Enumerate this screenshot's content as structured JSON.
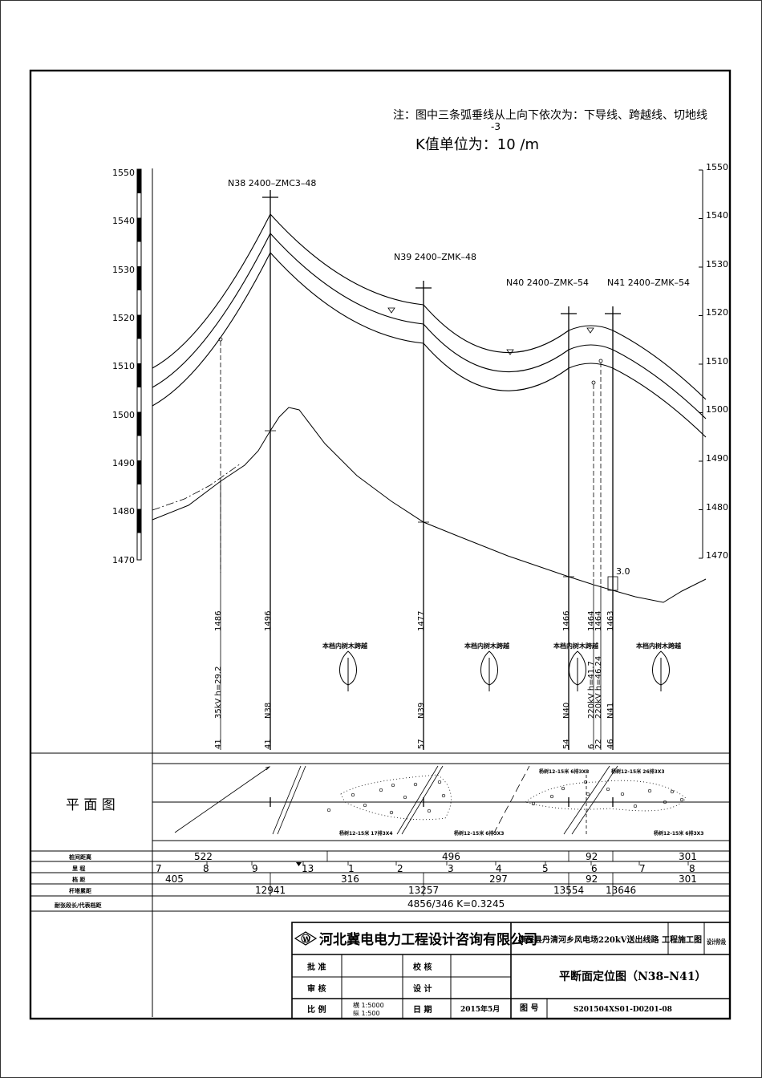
{
  "note": {
    "line1": "注：图中三条弧垂线从上向下依次为：下导线、跨越线、切地线",
    "exponent": "-3",
    "k_unit": "K值单位为：10  /m"
  },
  "elevation_ticks": [
    "1550",
    "1540",
    "1530",
    "1520",
    "1510",
    "1500",
    "1490",
    "1480",
    "1470"
  ],
  "towers": [
    {
      "id": "N38",
      "label": "N38  2400–ZMC3–48",
      "ground": "1496",
      "name": "N38",
      "angle": "41"
    },
    {
      "id": "N39",
      "label": "N39  2400–ZMK–48",
      "ground": "1477",
      "name": "N39",
      "angle": "57"
    },
    {
      "id": "N40",
      "label": "N40  2400–ZMK–54",
      "ground": "1466",
      "name": "N40",
      "angle": "54"
    },
    {
      "id": "N41",
      "label": "N41  2400–ZMK–54",
      "ground": "1463",
      "name": "N41",
      "angle": "46"
    }
  ],
  "crossings": [
    {
      "ground": "1486",
      "desc": "35kV  h=29.2",
      "angle": "41"
    },
    {
      "ground": "1464",
      "desc": "220kV  h=41.7",
      "angle": "6"
    },
    {
      "ground": "1464",
      "desc": "220kV  h=46.24",
      "angle": "22"
    }
  ],
  "tree_note": "本档内树木跨越",
  "box_label": "3.0",
  "plan": {
    "label": "平 面 图",
    "notes": [
      "杨树12-15米  17排3X4",
      "杨树12-15米  6排3X3",
      "杨树12-15米  6排3X3",
      "杨树12-15米  26排3X3",
      "杨树12-15米  6排3X3"
    ]
  },
  "table": {
    "labels": [
      "桩间距离",
      "里     程",
      "档     距",
      "杆塔累距",
      "耐张段长/代表档距"
    ],
    "pile_distance": [
      "522",
      "496",
      "92",
      "301"
    ],
    "mileage": [
      "7",
      "8",
      "9",
      "13",
      "1",
      "2",
      "3",
      "4",
      "5",
      "6",
      "7",
      "8"
    ],
    "span": [
      "405",
      "316",
      "297",
      "92",
      "301"
    ],
    "cumulative": [
      "12941",
      "13257",
      "13554",
      "13646"
    ],
    "tension": "4856/346  K=0.3245"
  },
  "title_block": {
    "company": "河北冀电电力工程设计咨询有限公司",
    "logo": "W",
    "project": "康保县丹清河乡风电场220kV送出线路  工程",
    "phase": "施工图",
    "stage": "设计阶段",
    "approve": "批 准",
    "check": "校 核",
    "review": "审 核",
    "design": "设 计",
    "scale_label": "比 例",
    "scale_h": "横 1:5000",
    "scale_v": "纵 1:500",
    "date_label": "日 期",
    "date": "2015年5月",
    "drawing_no_label": "图 号",
    "drawing_no": "S201504XS01-D0201-08",
    "drawing_title": "平断面定位图（N38–N41）"
  }
}
